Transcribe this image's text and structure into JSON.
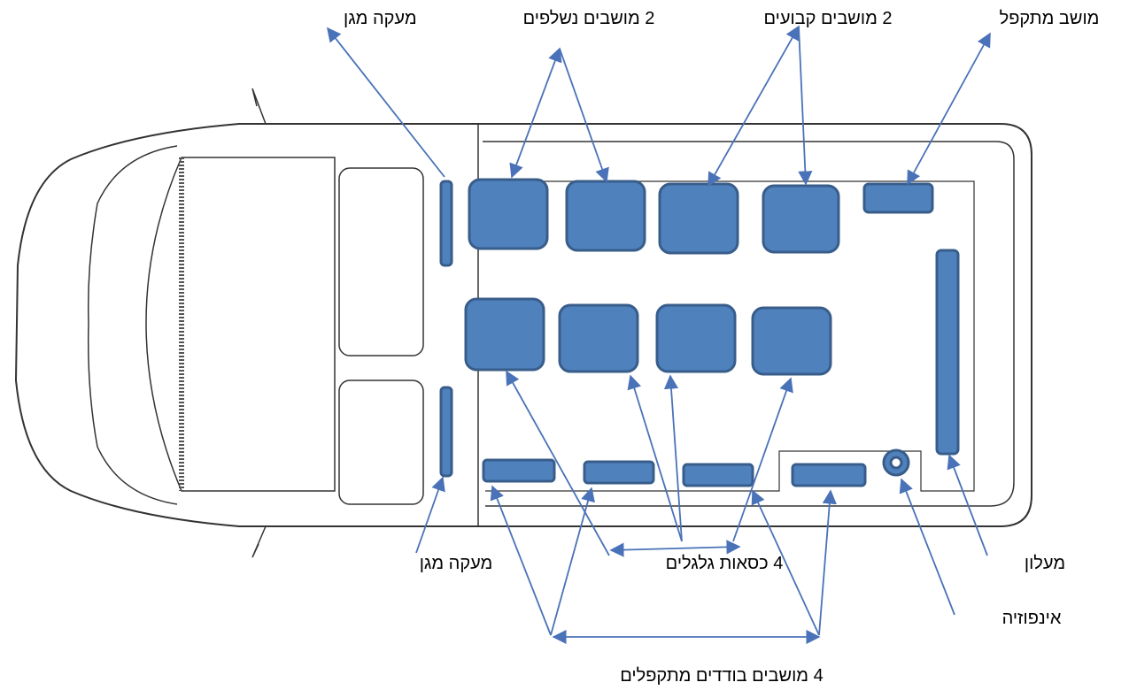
{
  "labels": {
    "rail_top": "מעקה מגן",
    "swivel_seats": "2 מושבים נשלפים",
    "fixed_seats": "2 מושבים קבועים",
    "folding_seat": "מושב מתקפל",
    "rail_bottom": "מעקה מגן",
    "wheelchairs": "4 כסאות גלגלים",
    "stretcher": "מעלון",
    "infusion": "אינפוזיה",
    "single_folding": "4  מושבים  בודדים מתקפלים"
  },
  "colors": {
    "seat_fill": "#4f81bd",
    "seat_stroke": "#385d8a",
    "arrow": "#4a72b8",
    "outline": "#333333"
  }
}
